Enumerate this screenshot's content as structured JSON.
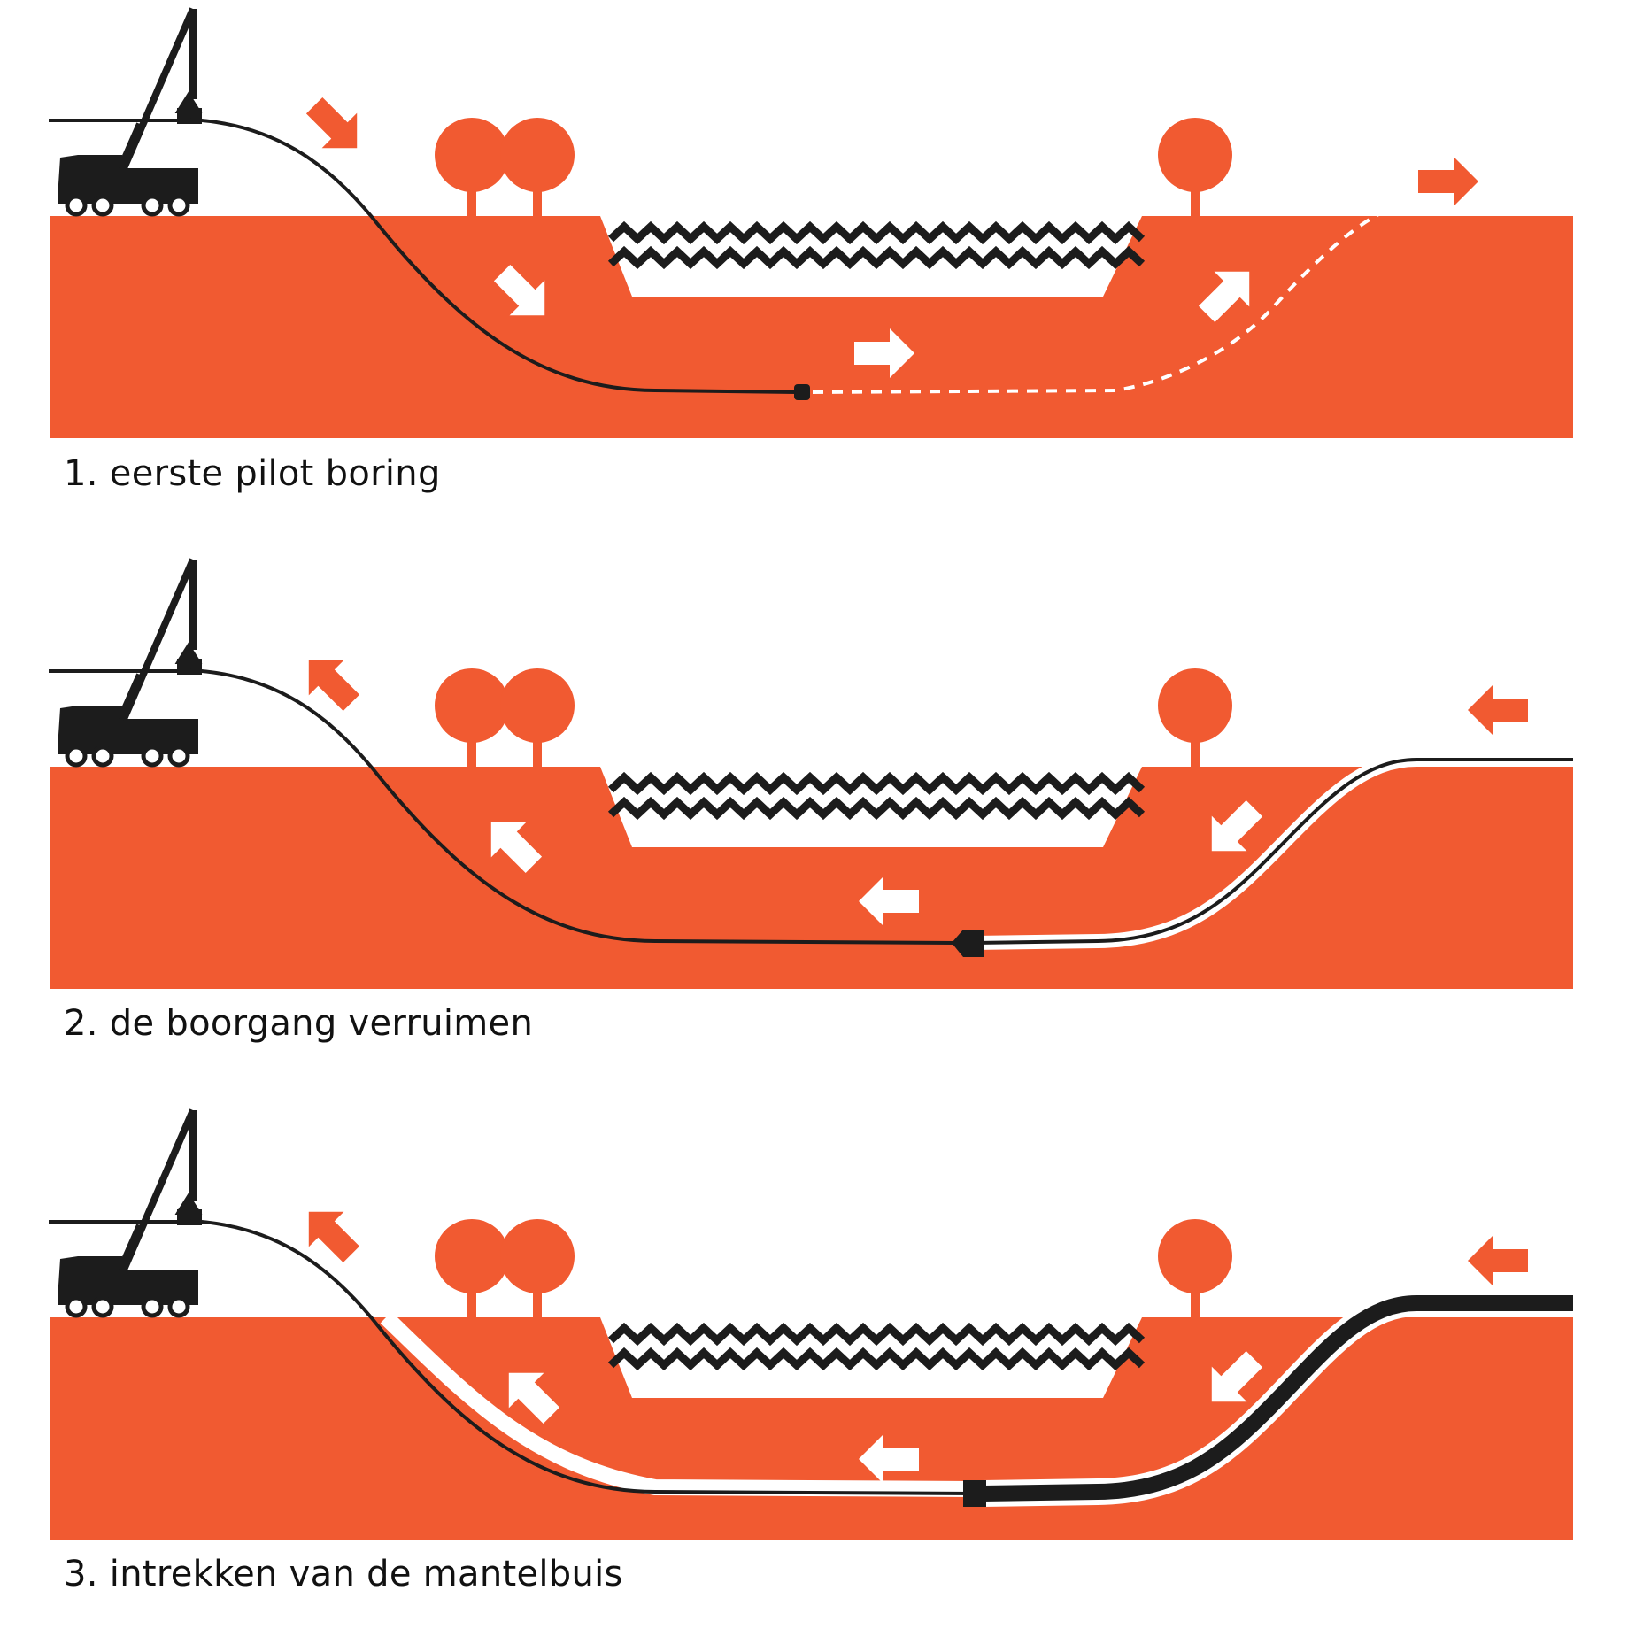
{
  "colors": {
    "ground": "#f15a31",
    "ink": "#1c1c1c",
    "background": "#ffffff",
    "arrow_on_ground": "#ffffff",
    "arrow_in_air": "#f15a31"
  },
  "icons": [
    "drilling-rig-icon",
    "tree-icon",
    "water-waves-icon",
    "arrow-icon",
    "drill-head-icon",
    "reamer-icon"
  ],
  "panels": [
    {
      "caption": "1. eerste pilot boring",
      "direction": "forward",
      "stage": "pilot"
    },
    {
      "caption": "2. de boorgang verruimen",
      "direction": "backward",
      "stage": "ream"
    },
    {
      "caption": "3. intrekken van de mantelbuis",
      "direction": "backward",
      "stage": "pullback"
    }
  ]
}
